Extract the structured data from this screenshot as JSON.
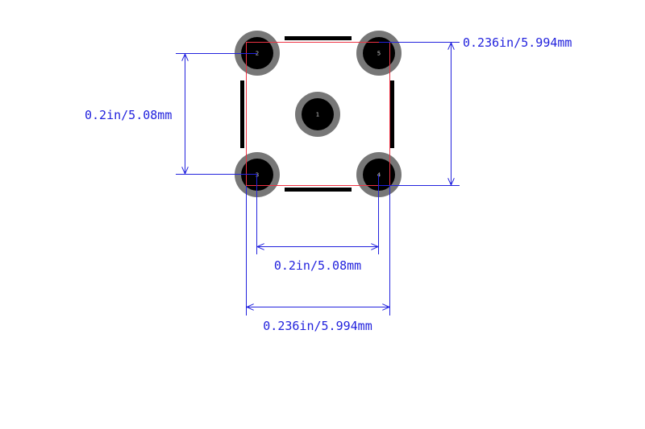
{
  "colors": {
    "dimension": "#2222dd",
    "outline": "#ee3344",
    "silkscreen": "#000000",
    "pad_ring": "#777777",
    "pad_hole": "#000000",
    "pad_label": "#cccccc"
  },
  "pads": [
    {
      "number": "2"
    },
    {
      "number": "5"
    },
    {
      "number": "1"
    },
    {
      "number": "3"
    },
    {
      "number": "4"
    }
  ],
  "dimensions": {
    "left_height": "0.2in/5.08mm",
    "right_height": "0.236in/5.994mm",
    "pitch_width": "0.2in/5.08mm",
    "body_width": "0.236in/5.994mm"
  }
}
